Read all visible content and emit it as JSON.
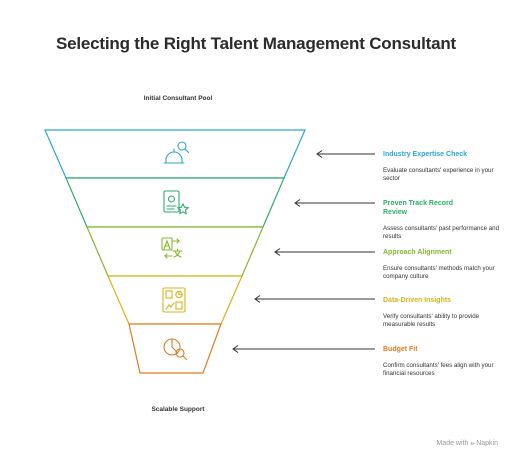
{
  "title": "Selecting the Right Talent Management Consultant",
  "top_label": "Initial Consultant Pool",
  "bottom_label": "Scalable Support",
  "footer": "Made with ⪢ Napkin",
  "stages": [
    {
      "title": "Industry Expertise Check",
      "description": "Evaluate consultants' experience in your sector",
      "color": "#2ba7cf",
      "icon": "hardhat-search-icon"
    },
    {
      "title": "Proven Track Record Review",
      "description": "Assess consultants' past performance and results",
      "color": "#2fad6a",
      "icon": "id-card-star-icon"
    },
    {
      "title": "Approach Alignment",
      "description": "Ensure consultants' methods match your company culture",
      "color": "#84b82e",
      "icon": "translate-icon"
    },
    {
      "title": "Data-Driven Insights",
      "description": "Verify consultants' ability to provide measurable results",
      "color": "#d9b21c",
      "icon": "dashboard-icon"
    },
    {
      "title": "Budget Fit",
      "description": "Confirm consultants' fees align with your financial resources",
      "color": "#e07b24",
      "icon": "pie-search-icon"
    }
  ]
}
